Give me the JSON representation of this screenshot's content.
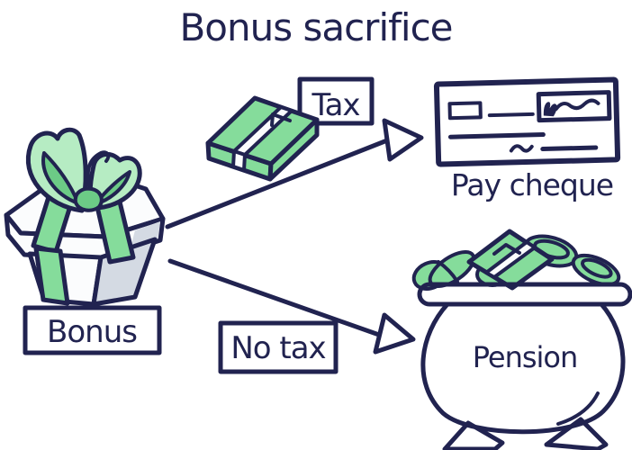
{
  "title": "Bonus sacrifice",
  "gift": {
    "label": "Bonus"
  },
  "taxed_route": {
    "tag": "Tax",
    "destination": "Pay cheque"
  },
  "untaxed_route": {
    "tag": "No tax",
    "destination": "Pension"
  },
  "icons": [
    "gift-box-icon",
    "money-stack-icon",
    "paycheque-icon",
    "pension-pot-icon",
    "arrowhead-icon"
  ],
  "colors": {
    "background": "#FFFFFF",
    "ink": "#212350",
    "money_green": "#85DC9B",
    "bow_light_green": "#B6ECC3",
    "bow_dark_green": "#6CCB86",
    "label_yellow": "#F6E83F",
    "cheque_paper": "#F2F5F8",
    "pot_body": "#ECF0F5",
    "pot_rim": "#D8DEE8",
    "foot_gray": "#B9C2CC",
    "box_white": "#FBFCFD",
    "box_shade": "#D4DAE3"
  }
}
